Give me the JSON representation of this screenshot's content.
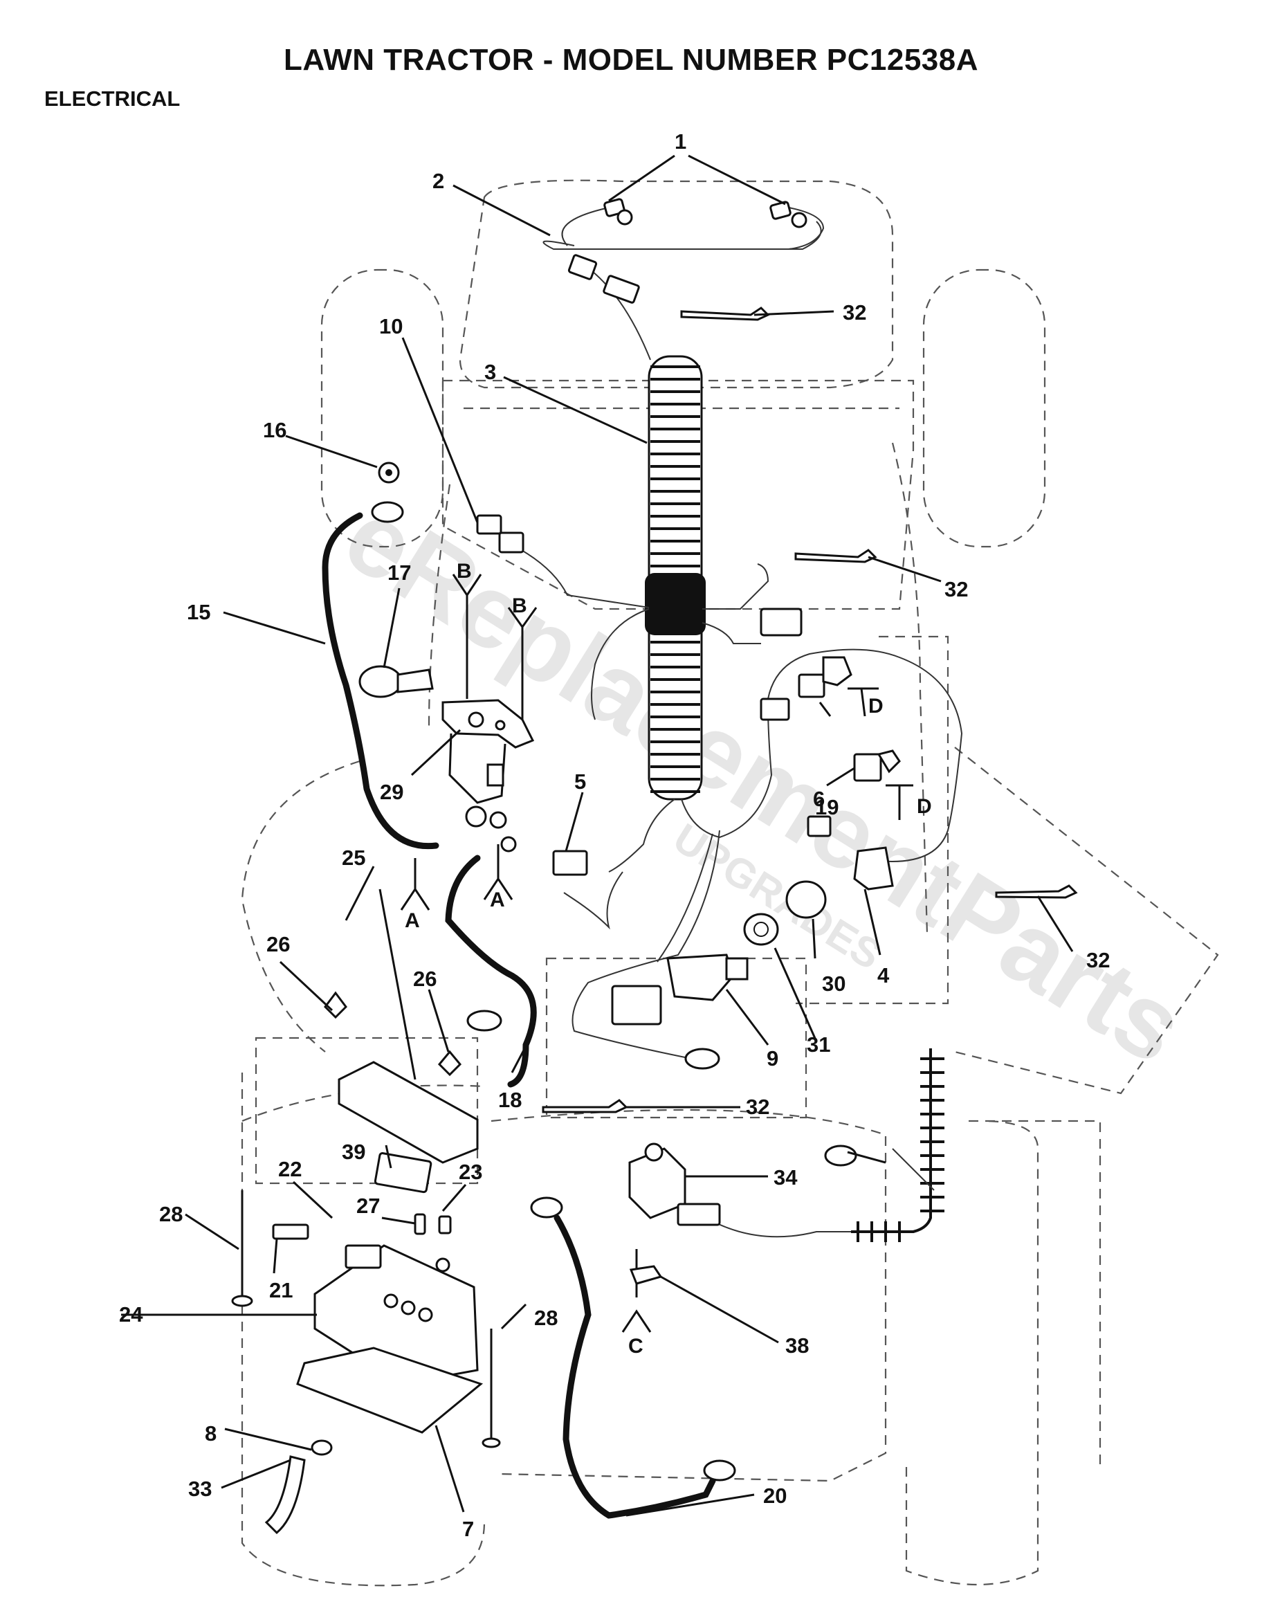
{
  "header": {
    "title": "LAWN TRACTOR - MODEL NUMBER PC12538A",
    "section": "ELECTRICAL"
  },
  "watermark": {
    "brand": "eReplacementParts",
    "tagline": "UPGRADES"
  },
  "connectors": [
    "A",
    "A",
    "B",
    "B",
    "C",
    "D",
    "D"
  ],
  "callouts": [
    {
      "id": "1",
      "text": "1"
    },
    {
      "id": "2",
      "text": "2"
    },
    {
      "id": "3",
      "text": "3"
    },
    {
      "id": "4",
      "text": "4"
    },
    {
      "id": "5",
      "text": "5"
    },
    {
      "id": "6",
      "text": "6"
    },
    {
      "id": "7",
      "text": "7"
    },
    {
      "id": "8",
      "text": "8"
    },
    {
      "id": "9",
      "text": "9"
    },
    {
      "id": "10",
      "text": "10"
    },
    {
      "id": "15",
      "text": "15"
    },
    {
      "id": "16",
      "text": "16"
    },
    {
      "id": "17",
      "text": "17"
    },
    {
      "id": "18",
      "text": "18"
    },
    {
      "id": "19",
      "text": "19"
    },
    {
      "id": "20",
      "text": "20"
    },
    {
      "id": "21",
      "text": "21"
    },
    {
      "id": "22",
      "text": "22"
    },
    {
      "id": "23",
      "text": "23"
    },
    {
      "id": "24",
      "text": "24"
    },
    {
      "id": "25",
      "text": "25"
    },
    {
      "id": "26a",
      "text": "26"
    },
    {
      "id": "26b",
      "text": "26"
    },
    {
      "id": "27",
      "text": "27"
    },
    {
      "id": "28a",
      "text": "28"
    },
    {
      "id": "28b",
      "text": "28"
    },
    {
      "id": "29",
      "text": "29"
    },
    {
      "id": "30",
      "text": "30"
    },
    {
      "id": "31",
      "text": "31"
    },
    {
      "id": "32a",
      "text": "32"
    },
    {
      "id": "32b",
      "text": "32"
    },
    {
      "id": "32c",
      "text": "32"
    },
    {
      "id": "32d",
      "text": "32"
    },
    {
      "id": "33",
      "text": "33"
    },
    {
      "id": "34",
      "text": "34"
    },
    {
      "id": "38",
      "text": "38"
    },
    {
      "id": "39",
      "text": "39"
    }
  ]
}
